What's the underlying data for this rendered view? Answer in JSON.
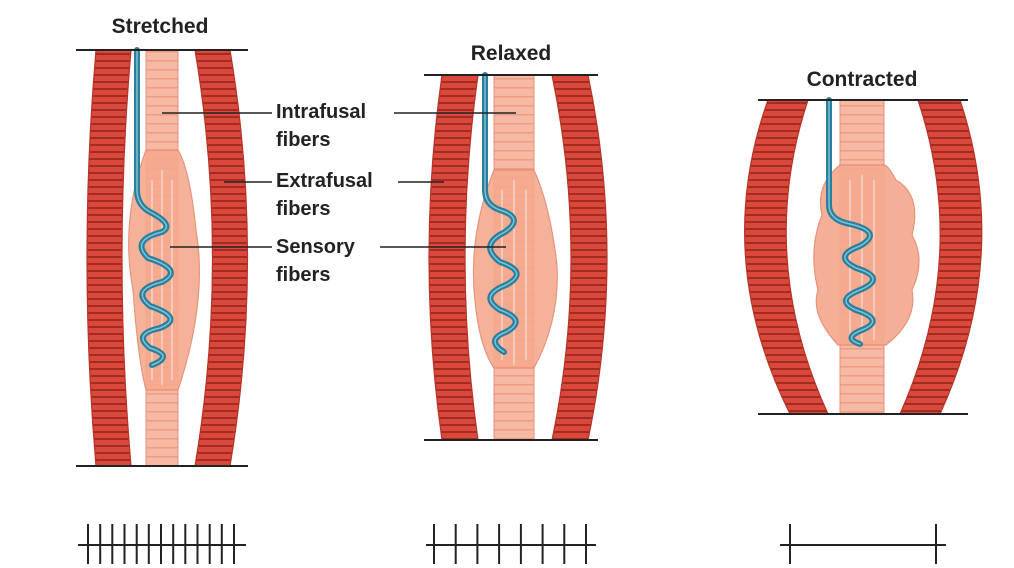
{
  "panels": [
    {
      "id": "stretched",
      "title": "Stretched",
      "spike_count": 13
    },
    {
      "id": "relaxed",
      "title": "Relaxed",
      "spike_count": 8
    },
    {
      "id": "contracted",
      "title": "Contracted",
      "spike_count": 2
    }
  ],
  "callouts": [
    {
      "id": "intrafusal",
      "line1": "Intrafusal",
      "line2": "fibers"
    },
    {
      "id": "extrafusal",
      "line1": "Extrafusal",
      "line2": "fibers"
    },
    {
      "id": "sensory",
      "line1": "Sensory",
      "line2": "fibers"
    }
  ],
  "colors": {
    "extrafusal_fill": "#d9483b",
    "extrafusal_stripe": "#9e2a22",
    "intrafusal_fill": "#f7b9a3",
    "intrafusal_edge": "#e8907a",
    "capsule_fill": "#f6a98f",
    "sensory_fiber": "#2b7f9c",
    "sensory_highlight": "#7cc4d8",
    "ink": "#222222"
  }
}
